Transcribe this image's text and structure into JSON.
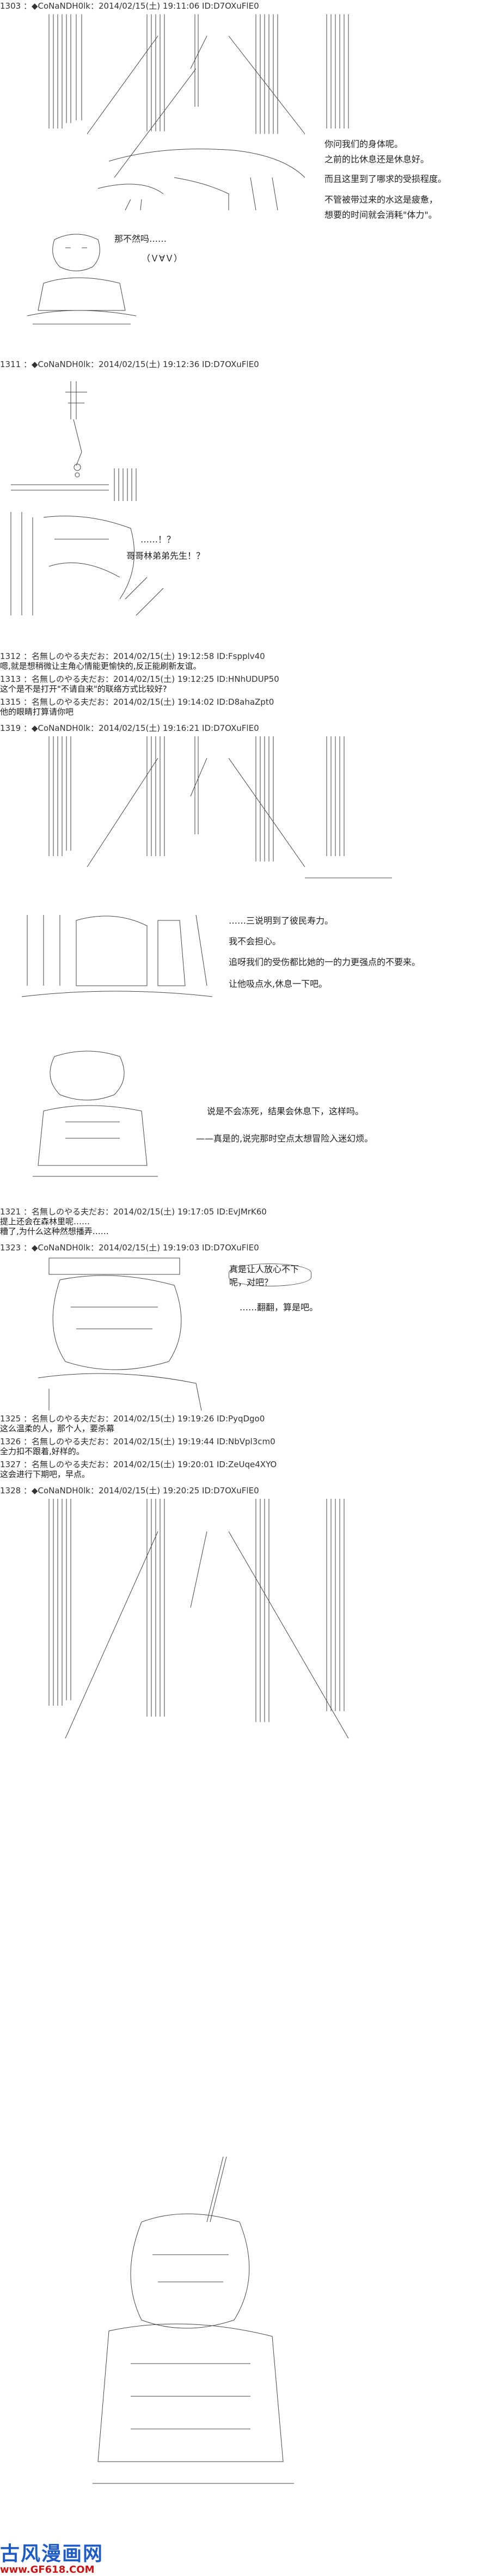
{
  "posts": [
    {
      "header": "1303 ：◆CoNaNDH0lk：2014/02/15(土) 19:11:06 ID:D7OXuFlE0"
    },
    {
      "header": "1311 ：◆CoNaNDH0lk：2014/02/15(土) 19:12:36 ID:D7OXuFlE0"
    },
    {
      "header": "1312 ：名無しのやる夫だお：2014/02/15(土) 19:12:58 ID:Fspplv40"
    },
    {
      "header": "1313 ：名無しのやる夫だお：2014/02/15(土) 19:12:25 ID:HNhUDUP50"
    },
    {
      "header": "1315 ：名無しのやる夫だお：2014/02/15(土) 19:14:02 ID:D8ahaZpt0"
    },
    {
      "header": "1319 ：◆CoNaNDH0lk：2014/02/15(土) 19:16:21 ID:D7OXuFlE0"
    },
    {
      "header": "1321 ：名無しのやる夫だお：2014/02/15(土) 19:17:05 ID:EvJMrK60"
    },
    {
      "header": "1323 ：◆CoNaNDH0lk：2014/02/15(土) 19:19:03 ID:D7OXuFlE0"
    },
    {
      "header": "1325 ：名無しのやる夫だお：2014/02/15(土) 19:19:26 ID:PyqDgo0"
    },
    {
      "header": "1326 ：名無しのやる夫だお：2014/02/15(土) 19:19:44 ID:NbVpl3cm0"
    },
    {
      "header": "1327 ：名無しのやる夫だお：2014/02/15(土) 19:20:01 ID:ZeUqe4XYO"
    },
    {
      "header": "1328 ：◆CoNaNDH0lk：2014/02/15(土) 19:20:25 ID:D7OXuFlE0"
    }
  ],
  "replies": {
    "r1312": "嗯,就是想稍微让主角心情能更愉快的,反正能刷新友谊。",
    "r1313": "这个是不是打开\"不请自来\"的联络方式比较好?",
    "r1315": "名無しのやる夫だお：2014/02/15(土) 19:14:02",
    "r1315_text": "他的眼睛打算请你吧",
    "r1321": "提上还会在森林里呢……",
    "r1321b": "糟了,为什么这种然想播弄……",
    "r1325": "这么温柔的人，那个人，要杀幕",
    "r1326": "全力扣不跟着,好样的。",
    "r1327": "这会进行下期吧，早点。"
  },
  "dialogue": {
    "d1a": "你问我们的身体呢。",
    "d1b": "之前的比休息还是休息好。",
    "d1c": "而且这里到了哪求的受损程度。",
    "d1d": "不管被带过来的水这是疲惫，",
    "d1e": "想要的时间就会消耗\"体力\"。",
    "d2a": "那不然吗……",
    "d2b": "（Ｖ∀Ｖ）",
    "d3a": "……！？",
    "d3b": "哥哥林弟弟先生！？",
    "d4a": "……三说明到了彼民寿力。",
    "d4b": "我不会担心。",
    "d4c": "追呀我们的受伤都比她的一的力更强点的不要来。",
    "d4d": "让他吸点水,休息一下吧。",
    "d5a": "说是不会冻死，结果会休息下，这样吗。",
    "d5b": "——真是的,说完那时空点太想冒险入迷幻烦。",
    "d6a": "真是让人放心不下呢，对吧？",
    "d6b": "……翻翻，算是吧。"
  },
  "art": {
    "caption_faces": "(V∀V)",
    "watermark": "古风漫画网",
    "watermark_url": "www.GF618.COM"
  },
  "colors": {
    "watermark_blue": "#1e5bc6",
    "watermark_red": "#c11111",
    "ink": "#333333"
  }
}
